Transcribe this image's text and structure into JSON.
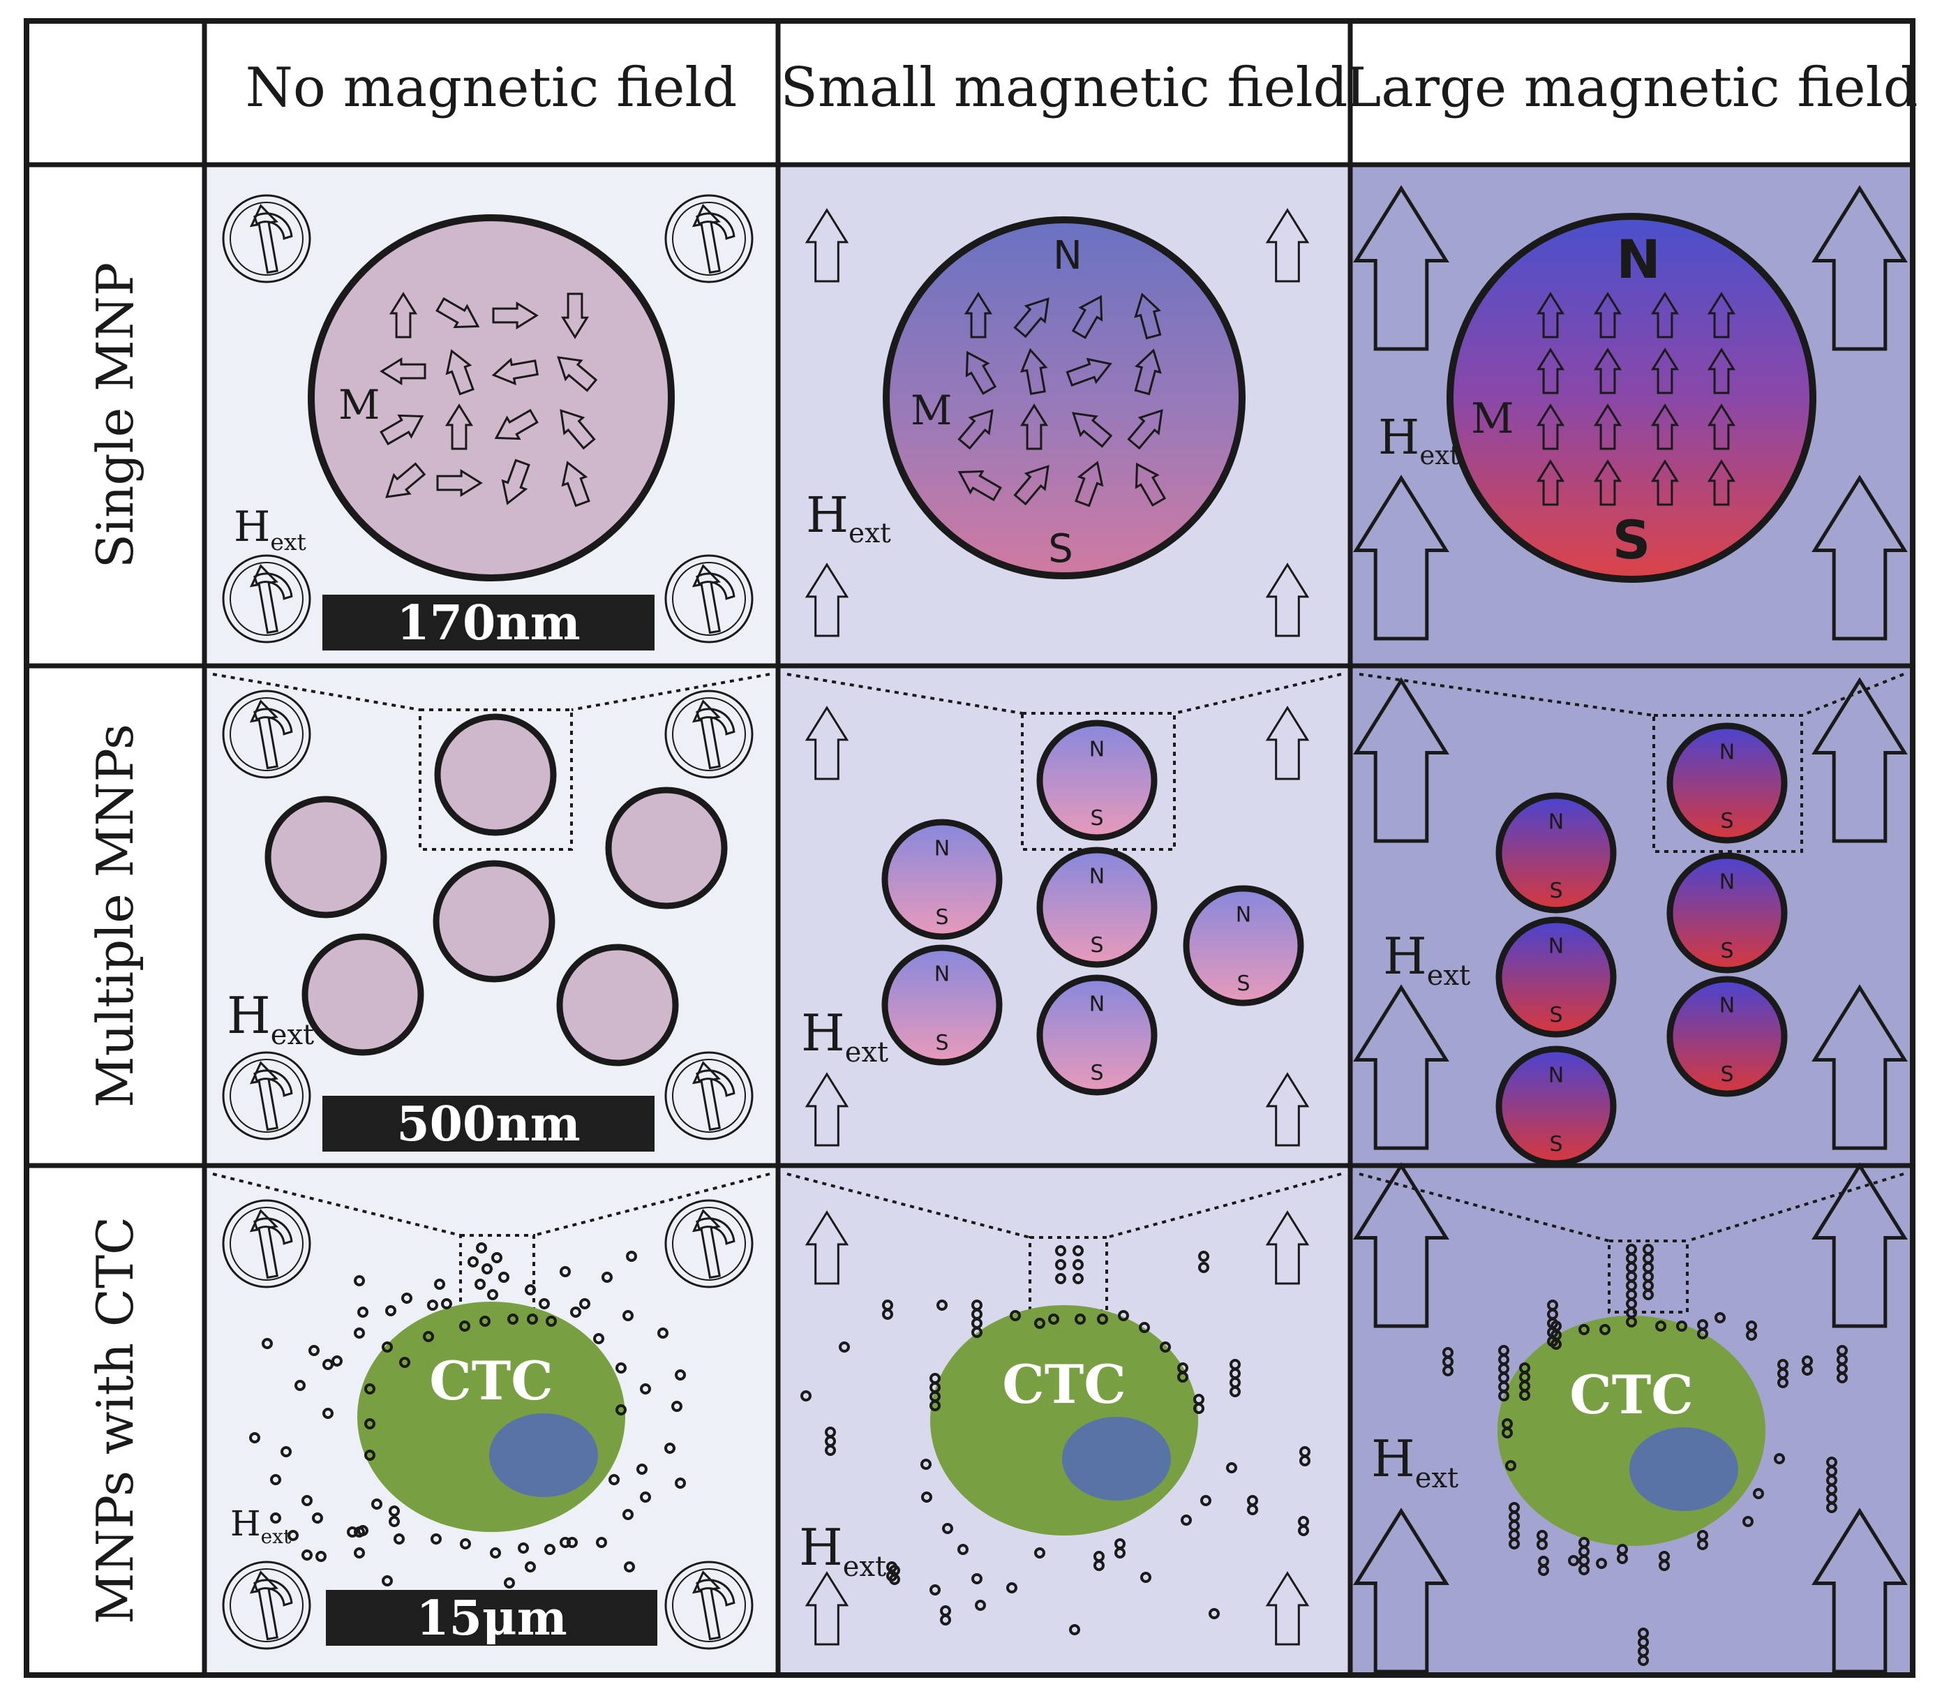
{
  "columns": [
    "No magnetic field",
    "Small magnetic field",
    "Large magnetic field"
  ],
  "rows": [
    "Single MNP",
    "Multiple MNPs",
    "MNPs with CTC"
  ],
  "labels": {
    "magnetization": "M",
    "field_main": "H",
    "field_sub": "ext",
    "north": "N",
    "south": "S",
    "cell": "CTC"
  },
  "scale_bars": [
    "170nm",
    "500nm",
    "15μm"
  ],
  "colors": {
    "bg_none": "#eef0f7",
    "bg_small": "#d8d9ec",
    "bg_large": "#a3a4cf",
    "particle": "#cfb8cc",
    "pole_blue": "#5560c8",
    "pole_red": "#d8484c",
    "cell": "#78a042",
    "nucleus": "#5874a6"
  },
  "icons": [
    "magnet-icon",
    "arrow-up-icon",
    "magnetic-moment-arrow-icon"
  ]
}
